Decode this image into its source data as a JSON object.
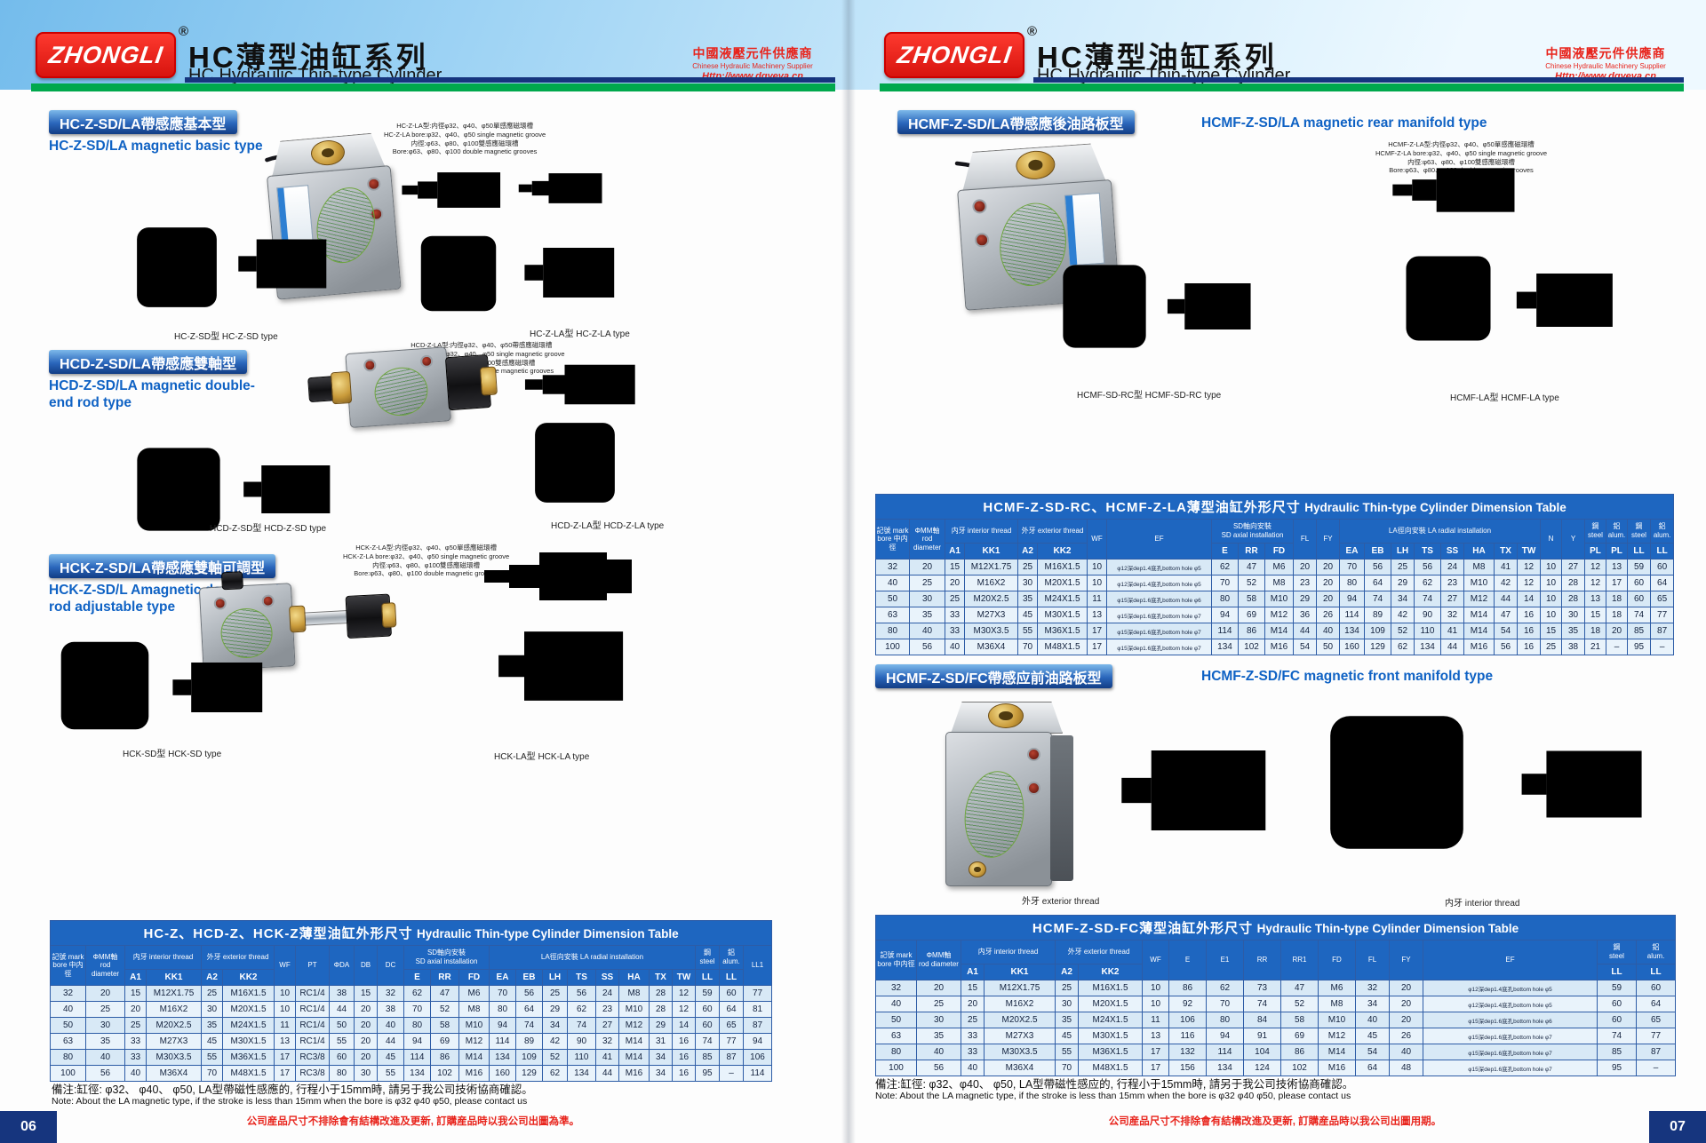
{
  "brand": {
    "logo_text": "ZHONGLI",
    "registered": "®"
  },
  "header": {
    "title_cn": "HC薄型油缸系列",
    "title_en": "HC Hydraulic Thin-type Cylinder",
    "supplier_cn": "中國液壓元件供應商",
    "supplier_en": "Chinese Hydraulic Machinery Supplier",
    "url": "Http://www.dgyeya.cn"
  },
  "colors": {
    "accent_red": "#e31e24",
    "navy": "#16357e",
    "green": "#00a84d",
    "table_blue": "#1e66c0",
    "footer_red": "#e8241c"
  },
  "left": {
    "page_no": "06",
    "sections": [
      {
        "title_cn": "HC-Z-SD/LA帶感應基本型",
        "title_en": "HC-Z-SD/LA magnetic basic type",
        "anno": [
          "HC-Z-LA型:内徑φ32、φ40、φ50單感應磁環槽",
          "HC-Z-LA bore:φ32、φ40、φ50 single magnetic groove",
          "内徑:φ63、φ80、φ100雙感應磁環槽",
          "Bore:φ63、φ80、φ100 double magnetic grooves"
        ],
        "cap_sd": "HC-Z-SD型  HC-Z-SD type",
        "cap_la": "HC-Z-LA型  HC-Z-LA type"
      },
      {
        "title_cn": "HCD-Z-SD/LA帶感應雙軸型",
        "title_en": "HCD-Z-SD/LA magnetic double-end rod type",
        "anno": [
          "HCD-Z-LA型:内徑φ32、φ40、φ50帶感應磁環槽",
          "HCD-Z-LA bore:φ32、φ40、φ50 single magnetic groove",
          "内徑:φ63、φ80、φ100雙感應磁環槽",
          "Bore:φ63、φ80、φ100 double magnetic grooves"
        ],
        "cap_sd": "HCD-Z-SD型  HCD-Z-SD type",
        "cap_la": "HCD-Z-LA型  HCD-Z-LA type"
      },
      {
        "title_cn": "HCK-Z-SD/LA帶感應雙軸可調型",
        "title_en": "HCK-Z-SD/L Amagnetic double-end rod adjustable type",
        "anno": [
          "HCK-Z-LA型:内徑φ32、φ40、φ50單感應磁環槽",
          "HCK-Z-LA bore:φ32、φ40、φ50 single magnetic groove",
          "内徑:φ63、φ80、φ100雙感應磁環槽",
          "Bore:φ63、φ80、φ100 double magnetic grooves"
        ],
        "cap_sd": "HCK-SD型  HCK-SD type",
        "cap_la": "HCK-LA型  HCK-LA type"
      }
    ],
    "table": {
      "title_cn": "HC-Z、HCD-Z、HCK-Z薄型油缸外形尺寸",
      "title_en": "Hydraulic Thin-type Cylinder Dimension Table",
      "head1": [
        {
          "t": "記號 mark\nbore 中内徑",
          "r": 2
        },
        {
          "t": "ΦMM軸\nrod diameter",
          "r": 2
        },
        {
          "t": "内牙 interior thread",
          "c": 2
        },
        {
          "t": "外牙 exterior thread",
          "c": 2
        },
        {
          "t": "WF",
          "r": 2
        },
        {
          "t": "PT",
          "r": 2
        },
        {
          "t": "ΦDA",
          "r": 2
        },
        {
          "t": "DB",
          "r": 2
        },
        {
          "t": "DC",
          "r": 2
        },
        {
          "t": "SD軸向安裝\nSD axial installation",
          "c": 3
        },
        {
          "t": "LA徑向安裝  LA radial installation",
          "c": 8
        },
        {
          "t": "鋼\nsteel"
        },
        {
          "t": "鋁\nalum."
        },
        {
          "t": "LL1",
          "r": 2
        }
      ],
      "head2": [
        "A1",
        "KK1",
        "A2",
        "KK2",
        "E",
        "RR",
        "FD",
        "EA",
        "EB",
        "LH",
        "TS",
        "SS",
        "HA",
        "TX",
        "TW",
        "LL",
        "LL"
      ],
      "rows": [
        [
          "32",
          "20",
          "15",
          "M12X1.75",
          "25",
          "M16X1.5",
          "10",
          "RC1/4",
          "38",
          "15",
          "32",
          "62",
          "47",
          "M6",
          "70",
          "56",
          "25",
          "56",
          "24",
          "M8",
          "28",
          "12",
          "59",
          "60",
          "77"
        ],
        [
          "40",
          "25",
          "20",
          "M16X2",
          "30",
          "M20X1.5",
          "10",
          "RC1/4",
          "44",
          "20",
          "38",
          "70",
          "52",
          "M8",
          "80",
          "64",
          "29",
          "62",
          "23",
          "M10",
          "28",
          "12",
          "60",
          "64",
          "81"
        ],
        [
          "50",
          "30",
          "25",
          "M20X2.5",
          "35",
          "M24X1.5",
          "11",
          "RC1/4",
          "50",
          "20",
          "40",
          "80",
          "58",
          "M10",
          "94",
          "74",
          "34",
          "74",
          "27",
          "M12",
          "29",
          "14",
          "60",
          "65",
          "87"
        ],
        [
          "63",
          "35",
          "33",
          "M27X3",
          "45",
          "M30X1.5",
          "13",
          "RC1/4",
          "55",
          "20",
          "44",
          "94",
          "69",
          "M12",
          "114",
          "89",
          "42",
          "90",
          "32",
          "M14",
          "31",
          "16",
          "74",
          "77",
          "94"
        ],
        [
          "80",
          "40",
          "33",
          "M30X3.5",
          "55",
          "M36X1.5",
          "17",
          "RC3/8",
          "60",
          "20",
          "45",
          "114",
          "86",
          "M14",
          "134",
          "109",
          "52",
          "110",
          "41",
          "M14",
          "34",
          "16",
          "85",
          "87",
          "106"
        ],
        [
          "100",
          "56",
          "40",
          "M36X4",
          "70",
          "M48X1.5",
          "17",
          "RC3/8",
          "80",
          "30",
          "55",
          "134",
          "102",
          "M16",
          "160",
          "129",
          "62",
          "134",
          "44",
          "M16",
          "34",
          "16",
          "95",
          "–",
          "114"
        ]
      ]
    },
    "note_cn": "備注:缸徑: φ32、 φ40、 φ50, LA型帶磁性感應的, 行程小于15mm時, 請另于我公司技術協商確認。",
    "note_en": "Note: About the LA magnetic type, if the stroke is less than 15mm when the bore is φ32 φ40 φ50, please contact us",
    "footer": "公司産品尺寸不排除會有結構改進及更新, 訂購産品時以我公司出圖為準。"
  },
  "right": {
    "page_no": "07",
    "sections": [
      {
        "title_cn": "HCMF-Z-SD/LA帶感應後油路板型",
        "title_en": "HCMF-Z-SD/LA magnetic rear manifold type",
        "anno": [
          "HCMF-Z-LA型:内徑φ32、φ40、φ50單感應磁環槽",
          "HCMF-Z-LA bore:φ32、φ40、φ50 single magnetic groove",
          "内徑:φ63、φ80、φ100雙感應磁環槽",
          "Bore:φ63、φ80、φ100 double magnetic grooves"
        ],
        "cap_sd": "HCMF-SD-RC型  HCMF-SD-RC type",
        "cap_la": "HCMF-LA型  HCMF-LA type"
      },
      {
        "title_cn": "HCMF-Z-SD/FC帶感应前油路板型",
        "title_en": "HCMF-Z-SD/FC magnetic front manifold type",
        "thread_ext": "外牙 exterior thread",
        "thread_int": "内牙 interior thread"
      }
    ],
    "table_rc": {
      "title_cn": "HCMF-Z-SD-RC、HCMF-Z-LA薄型油缸外形尺寸",
      "title_en": "Hydraulic Thin-type Cylinder Dimension Table",
      "head1": [
        {
          "t": "記號 mark\nbore 中内徑",
          "r": 2
        },
        {
          "t": "ΦMM軸\nrod diameter",
          "r": 2
        },
        {
          "t": "内牙 interior thread",
          "c": 2
        },
        {
          "t": "外牙 exterior thread",
          "c": 2
        },
        {
          "t": "WF",
          "r": 2
        },
        {
          "t": "EF",
          "r": 2
        },
        {
          "t": "SD軸向安裝\nSD axial installation",
          "c": 3
        },
        {
          "t": "FL",
          "r": 2
        },
        {
          "t": "FY",
          "r": 2
        },
        {
          "t": "LA徑向安裝  LA radial installation",
          "c": 8
        },
        {
          "t": "N",
          "r": 2
        },
        {
          "t": "Y",
          "r": 2
        },
        {
          "t": "鋼\nsteel"
        },
        {
          "t": "鋁\nalum."
        },
        {
          "t": "鋼\nsteel"
        },
        {
          "t": "鋁\nalum."
        }
      ],
      "head2": [
        "A1",
        "KK1",
        "A2",
        "KK2",
        "E",
        "RR",
        "FD",
        "EA",
        "EB",
        "LH",
        "TS",
        "SS",
        "HA",
        "TX",
        "TW",
        "PL",
        "PL",
        "LL",
        "LL"
      ],
      "rows": [
        [
          "32",
          "20",
          "15",
          "M12X1.75",
          "25",
          "M16X1.5",
          "10",
          "φ12深dep1.4底孔bottom hole φ5",
          "62",
          "47",
          "M6",
          "20",
          "20",
          "70",
          "56",
          "25",
          "56",
          "24",
          "M8",
          "41",
          "12",
          "10",
          "27",
          "12",
          "13",
          "59",
          "60"
        ],
        [
          "40",
          "25",
          "20",
          "M16X2",
          "30",
          "M20X1.5",
          "10",
          "φ12深dep1.4底孔bottom hole φ5",
          "70",
          "52",
          "M8",
          "23",
          "20",
          "80",
          "64",
          "29",
          "62",
          "23",
          "M10",
          "42",
          "12",
          "10",
          "28",
          "12",
          "17",
          "60",
          "64"
        ],
        [
          "50",
          "30",
          "25",
          "M20X2.5",
          "35",
          "M24X1.5",
          "11",
          "φ15深dep1.6底孔bottom hole φ6",
          "80",
          "58",
          "M10",
          "29",
          "20",
          "94",
          "74",
          "34",
          "74",
          "27",
          "M12",
          "44",
          "14",
          "10",
          "28",
          "13",
          "18",
          "60",
          "65"
        ],
        [
          "63",
          "35",
          "33",
          "M27X3",
          "45",
          "M30X1.5",
          "13",
          "φ15深dep1.6底孔bottom hole φ7",
          "94",
          "69",
          "M12",
          "36",
          "26",
          "114",
          "89",
          "42",
          "90",
          "32",
          "M14",
          "47",
          "16",
          "10",
          "30",
          "15",
          "18",
          "74",
          "77"
        ],
        [
          "80",
          "40",
          "33",
          "M30X3.5",
          "55",
          "M36X1.5",
          "17",
          "φ15深dep1.6底孔bottom hole φ7",
          "114",
          "86",
          "M14",
          "44",
          "40",
          "134",
          "109",
          "52",
          "110",
          "41",
          "M14",
          "54",
          "16",
          "15",
          "35",
          "18",
          "20",
          "85",
          "87"
        ],
        [
          "100",
          "56",
          "40",
          "M36X4",
          "70",
          "M48X1.5",
          "17",
          "φ15深dep1.6底孔bottom hole φ7",
          "134",
          "102",
          "M16",
          "54",
          "50",
          "160",
          "129",
          "62",
          "134",
          "44",
          "M16",
          "56",
          "16",
          "25",
          "38",
          "21",
          "–",
          "95",
          "–"
        ]
      ]
    },
    "table_fc": {
      "title_cn": "HCMF-Z-SD-FC薄型油缸外形尺寸",
      "title_en": "Hydraulic Thin-type Cylinder Dimension Table",
      "head1": [
        {
          "t": "記號 mark\nbore 中内徑",
          "r": 2
        },
        {
          "t": "ΦMM軸\nrod diameter",
          "r": 2
        },
        {
          "t": "内牙 interior thread",
          "c": 2
        },
        {
          "t": "外牙 exterior thread",
          "c": 2
        },
        {
          "t": "WF",
          "r": 2
        },
        {
          "t": "E",
          "r": 2
        },
        {
          "t": "E1",
          "r": 2
        },
        {
          "t": "RR",
          "r": 2
        },
        {
          "t": "RR1",
          "r": 2
        },
        {
          "t": "FD",
          "r": 2
        },
        {
          "t": "FL",
          "r": 2
        },
        {
          "t": "FY",
          "r": 2
        },
        {
          "t": "EF",
          "r": 2
        },
        {
          "t": "鋼\nsteel"
        },
        {
          "t": "鋁\nalum."
        }
      ],
      "head2": [
        "A1",
        "KK1",
        "A2",
        "KK2",
        "LL",
        "LL"
      ],
      "rows": [
        [
          "32",
          "20",
          "15",
          "M12X1.75",
          "25",
          "M16X1.5",
          "10",
          "86",
          "62",
          "73",
          "47",
          "M6",
          "32",
          "20",
          "φ12深dep1.4底孔bottom hole φ5",
          "59",
          "60"
        ],
        [
          "40",
          "25",
          "20",
          "M16X2",
          "30",
          "M20X1.5",
          "10",
          "92",
          "70",
          "74",
          "52",
          "M8",
          "34",
          "20",
          "φ12深dep1.4底孔bottom hole φ5",
          "60",
          "64"
        ],
        [
          "50",
          "30",
          "25",
          "M20X2.5",
          "35",
          "M24X1.5",
          "11",
          "106",
          "80",
          "84",
          "58",
          "M10",
          "40",
          "20",
          "φ15深dep1.6底孔bottom hole φ6",
          "60",
          "65"
        ],
        [
          "63",
          "35",
          "33",
          "M27X3",
          "45",
          "M30X1.5",
          "13",
          "116",
          "94",
          "91",
          "69",
          "M12",
          "45",
          "26",
          "φ15深dep1.6底孔bottom hole φ7",
          "74",
          "77"
        ],
        [
          "80",
          "40",
          "33",
          "M30X3.5",
          "55",
          "M36X1.5",
          "17",
          "132",
          "114",
          "104",
          "86",
          "M14",
          "54",
          "40",
          "φ15深dep1.6底孔bottom hole φ7",
          "85",
          "87"
        ],
        [
          "100",
          "56",
          "40",
          "M36X4",
          "70",
          "M48X1.5",
          "17",
          "156",
          "134",
          "124",
          "102",
          "M16",
          "64",
          "48",
          "φ15深dep1.6底孔bottom hole φ7",
          "95",
          "–"
        ]
      ]
    },
    "note_cn": "備注:缸徑: φ32、φ40、 φ50, LA型帶磁性感应的, 行程小于15mm時, 請另于我公司技術協商確認。",
    "note_en": "Note: About the LA magnetic type, if the stroke is less than 15mm when the bore is φ32 φ40 φ50, please contact us",
    "footer": "公司産品尺寸不排除會有結構改進及更新, 訂購産品時以我公司出圖用期。"
  }
}
